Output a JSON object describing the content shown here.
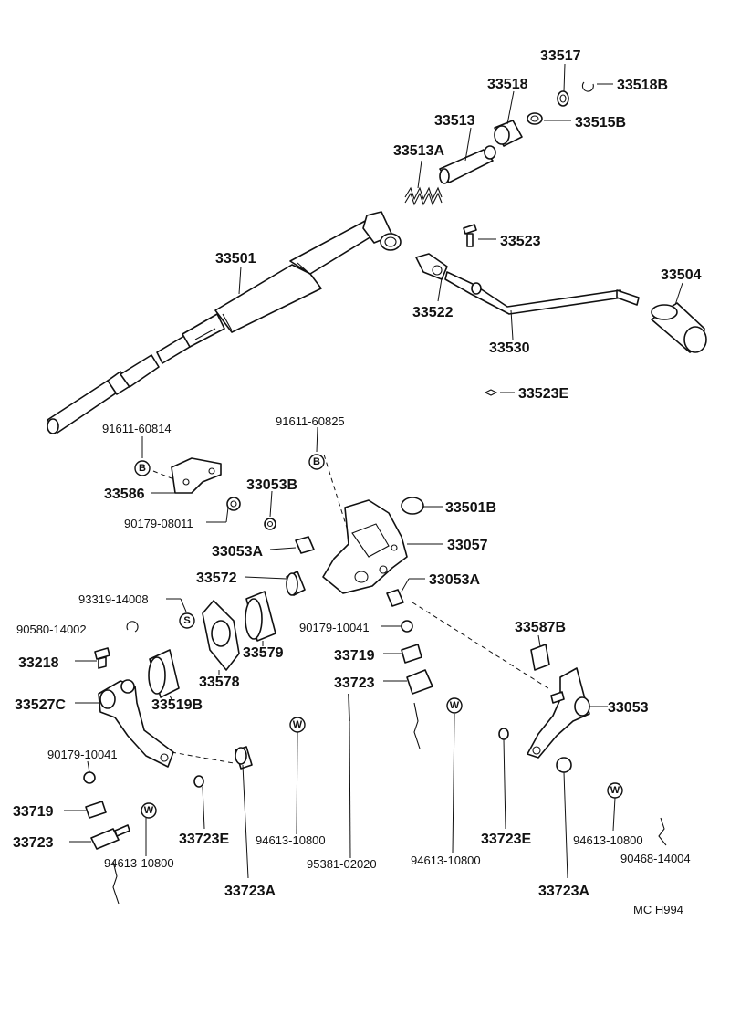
{
  "diagram": {
    "labels": {
      "p33517": "33517",
      "p33518": "33518",
      "p33518B": "33518B",
      "p33513": "33513",
      "p33515B": "33515B",
      "p33513A": "33513A",
      "p33501": "33501",
      "p33523": "33523",
      "p33504": "33504",
      "p33522": "33522",
      "p33530": "33530",
      "p33523E": "33523E",
      "p91611_60814": "91611-60814",
      "p91611_60825": "91611-60825",
      "p33586": "33586",
      "p33053B": "33053B",
      "p33501B": "33501B",
      "p90179_08011": "90179-08011",
      "p33053A_left": "33053A",
      "p33057": "33057",
      "p33572": "33572",
      "p33053A_right": "33053A",
      "p93319_14008": "93319-14008",
      "p33587B": "33587B",
      "p90580_14002": "90580-14002",
      "p90179_10041_mid": "90179-10041",
      "p33579": "33579",
      "p33218": "33218",
      "p33719_mid": "33719",
      "p33578": "33578",
      "p33723_mid": "33723",
      "p33527C": "33527C",
      "p33519B": "33519B",
      "p33053": "33053",
      "p90179_10041_left": "90179-10041",
      "p33719_left": "33719",
      "p33723E_left": "33723E",
      "p33723E_right": "33723E",
      "p94613_10800_a": "94613-10800",
      "p94613_10800_b": "94613-10800",
      "p94613_10800_c": "94613-10800",
      "p94613_10800_d": "94613-10800",
      "p33723_left": "33723",
      "p95381_02020": "95381-02020",
      "p90468_14004": "90468-14004",
      "p33723A_left": "33723A",
      "p33723A_right": "33723A",
      "code": "MC  H994"
    },
    "badges": {
      "b1": "B",
      "b2": "B",
      "s1": "S",
      "w1": "W",
      "w2": "W",
      "w3": "W",
      "w4": "W"
    }
  }
}
